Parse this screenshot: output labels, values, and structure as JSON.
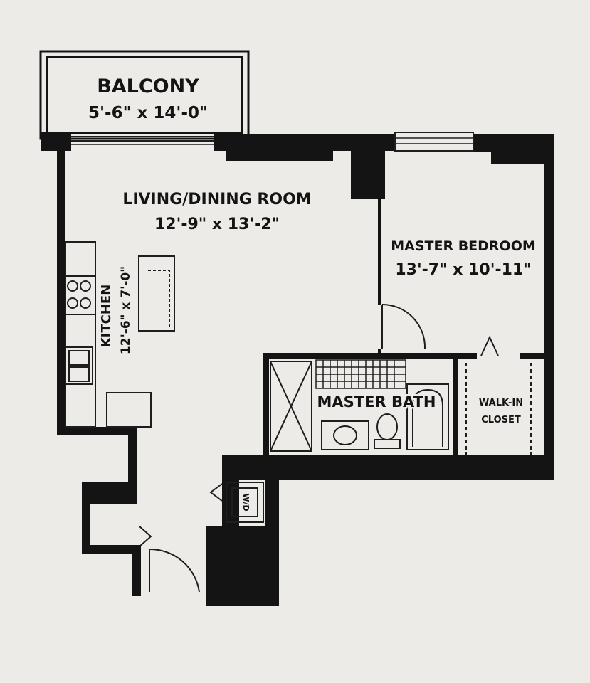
{
  "rooms": {
    "balcony": {
      "name": "BALCONY",
      "dims": "5'-6\" x 14'-0\""
    },
    "living_dining": {
      "name": "LIVING/DINING ROOM",
      "dims": "12'-9\" x 13'-2\""
    },
    "master_bedroom": {
      "name": "MASTER BEDROOM",
      "dims": "13'-7\" x 10'-11\""
    },
    "kitchen": {
      "name": "KITCHEN",
      "dims": "12'-6\" x 7'-0\""
    },
    "master_bath": {
      "name": "MASTER BATH"
    },
    "walk_in_closet": {
      "line1": "WALK-IN",
      "line2": "CLOSET"
    }
  },
  "fixtures": {
    "washer_dryer": "W/D"
  },
  "colors": {
    "paper": "#ecebe8",
    "wall": "#141414",
    "line": "#1e1e1e"
  }
}
